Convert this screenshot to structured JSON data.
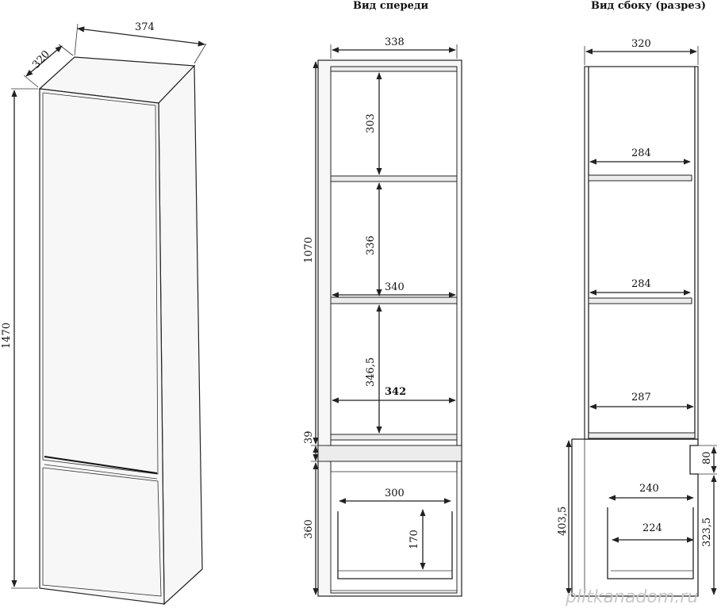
{
  "titles": {
    "front": "Вид спереди",
    "side": "Вид сбоку (разрез)"
  },
  "iso": {
    "width": "374",
    "depth": "320",
    "height": "1470"
  },
  "front": {
    "width_top": "338",
    "upper_height": "1070",
    "shelf1_gap": "303",
    "shelf2_gap": "336",
    "shelf2_width": "340",
    "shelf3_gap": "346,5",
    "shelf3_width": "342",
    "plinth": "39",
    "lower_height": "360",
    "drawer_width": "300",
    "drawer_height": "170"
  },
  "side": {
    "width_top": "320",
    "shelf1_depth": "284",
    "shelf2_depth": "284",
    "shelf3_depth": "287",
    "handle_gap": "80",
    "lower_height": "403,5",
    "lower_inner": "323,5",
    "drawer_outer": "240",
    "drawer_inner": "224"
  },
  "watermark": "plitkanadom.ru"
}
